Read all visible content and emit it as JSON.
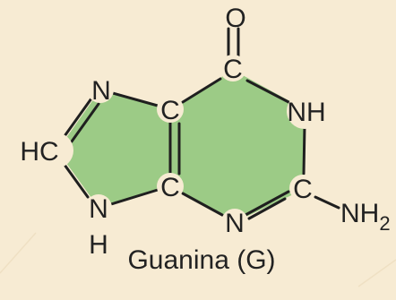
{
  "diagram": {
    "caption": "Guanina (G)",
    "atoms": {
      "O": "O",
      "C6": "C",
      "N1": "NH",
      "C2": "C",
      "NH2": "NH",
      "NH2_sub": "2",
      "N3": "N",
      "C4": "C",
      "C5": "C",
      "N7": "N",
      "C8": "HC",
      "N9": "N",
      "H9": "H"
    },
    "colors": {
      "background": "#f7ebd3",
      "ring_fill": "#9ccb86",
      "ring_stroke": "#2a2a2a",
      "atom_bubble": "#f7ebd3",
      "text": "#222222"
    }
  }
}
